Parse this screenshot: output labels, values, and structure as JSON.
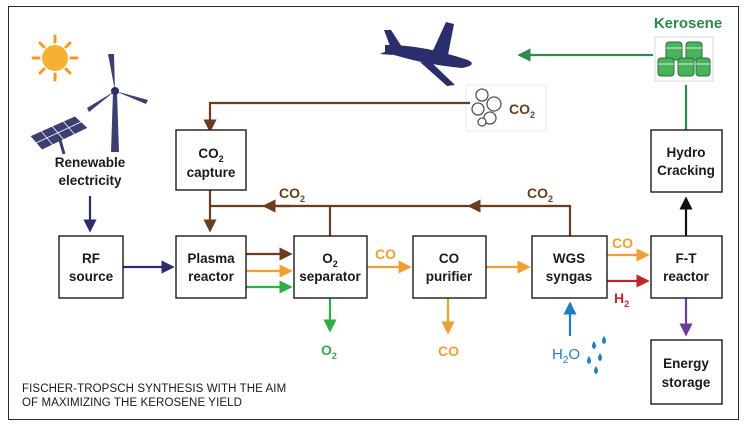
{
  "title_lines": [
    "FISCHER-TROPSCH SYNTHESIS WITH THE AIM",
    "OF MAXIMIZING THE KEROSENE YIELD"
  ],
  "renewable": [
    "Renewable",
    "electricity"
  ],
  "boxes": {
    "rf": [
      "RF",
      "source"
    ],
    "plasma": [
      "Plasma",
      "reactor"
    ],
    "co2capture": [
      "CO",
      "capture"
    ],
    "o2sep": [
      "O",
      "separator"
    ],
    "copur": [
      "CO",
      "purifier"
    ],
    "wgs": [
      "WGS",
      "syngas"
    ],
    "ft": [
      "F-T",
      "reactor"
    ],
    "hydro": [
      "Hydro",
      "Cracking"
    ],
    "energy": [
      "Energy",
      "storage"
    ]
  },
  "labels": {
    "kerosene": "Kerosene",
    "co": "CO",
    "o": "O",
    "h": "H",
    "sub2": "2"
  },
  "colors": {
    "brown": "#6b3d1f",
    "navy": "#2a2f6b",
    "orange": "#f0a030",
    "green": "#2fae49",
    "red": "#c0262d",
    "purple": "#6a3d9a",
    "blue": "#1f7fc1",
    "darkgreen": "#2d8a4e",
    "black": "#111111"
  },
  "icons": [
    "sun-icon",
    "wind-turbine-icon",
    "solar-panel-icon",
    "airplane-icon",
    "co2-cloud-icon",
    "fuel-barrels-icon",
    "water-drops-icon"
  ]
}
